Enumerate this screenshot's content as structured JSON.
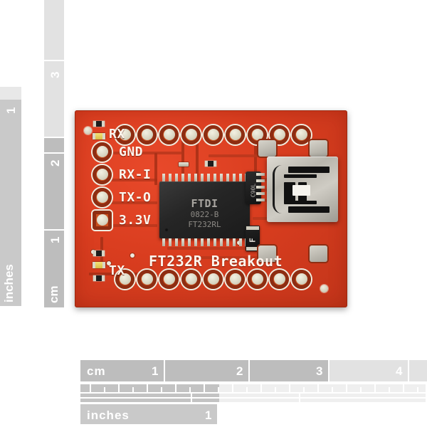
{
  "scene": {
    "subject": "SparkFun FT232R Breakout board product photo with measurement rulers",
    "background_color": "#ffffff",
    "board_color": "#d93d1f"
  },
  "rulers": {
    "vertical_cm": {
      "unit_label": "cm",
      "ticks": [
        "1",
        "2",
        "3"
      ]
    },
    "vertical_inches": {
      "unit_label": "inches",
      "ticks": [
        "1"
      ]
    },
    "horizontal_cm": {
      "unit_label": "cm",
      "ticks": [
        "1",
        "2",
        "3",
        "4"
      ]
    },
    "horizontal_inches": {
      "unit_label": "inches",
      "ticks": [
        "1"
      ]
    }
  },
  "board": {
    "silkscreen_title": "FT232R Breakout",
    "pin_labels": {
      "top_led": "RX",
      "bottom_led": "TX",
      "left_header": [
        "GND",
        "RX-I",
        "TX-O",
        "3.3V"
      ]
    },
    "ic": {
      "logo": "FTDI",
      "date_code": "0822-B",
      "part_number": "FT232RL",
      "pin_count_per_side": 14
    },
    "components": {
      "black_cap_marking": "C90L",
      "fuse_marking": "F",
      "usb_connector": "mini-usb-b"
    },
    "headers": {
      "top_row_pad_count": 9,
      "bottom_row_pad_count": 9,
      "left_column_pad_count": 4
    }
  }
}
